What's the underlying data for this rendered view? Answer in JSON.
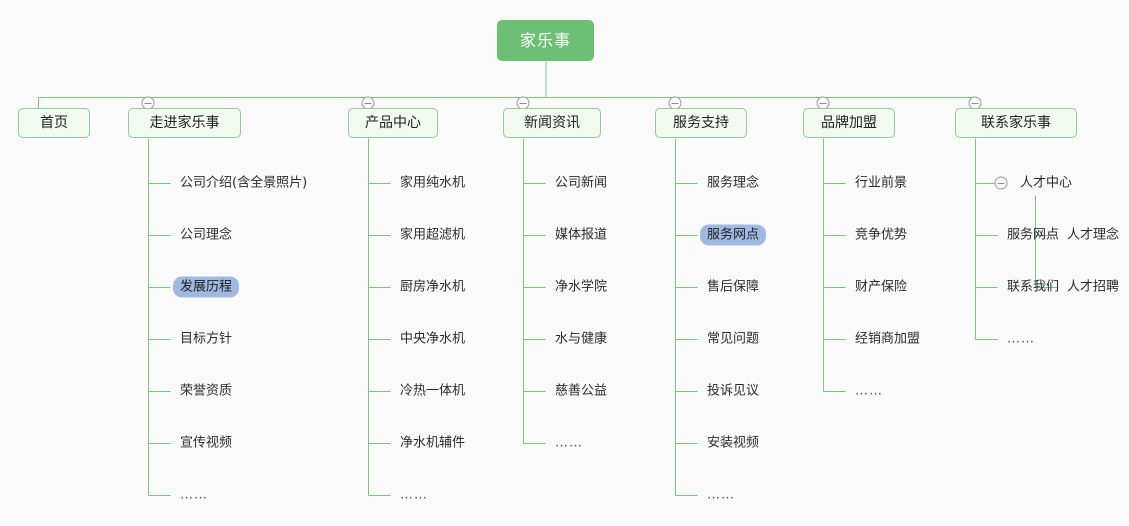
{
  "diagram": {
    "type": "sitemap-tree",
    "background_color": "#fafafa",
    "line_color": "#79c47f",
    "root_fill": "#6cbf73",
    "node_fill": "#f1f9f1",
    "node_border": "#8fce96",
    "highlight_color": "#9fb9e3",
    "ellipsis": "……"
  },
  "root": {
    "label": "家乐事"
  },
  "branches": [
    {
      "label": "首页",
      "has_toggle": false,
      "toggle_icon": "collapse-minus-icon",
      "children": []
    },
    {
      "label": "走进家乐事",
      "has_toggle": true,
      "toggle_icon": "collapse-minus-icon",
      "children": [
        {
          "label": "公司介绍(含全景照片)",
          "selected": false
        },
        {
          "label": "公司理念",
          "selected": false
        },
        {
          "label": "发展历程",
          "selected": true
        },
        {
          "label": "目标方针",
          "selected": false
        },
        {
          "label": "荣誉资质",
          "selected": false
        },
        {
          "label": "宣传视频",
          "selected": false
        },
        {
          "label": "……",
          "selected": false
        }
      ]
    },
    {
      "label": "产品中心",
      "has_toggle": true,
      "toggle_icon": "collapse-minus-icon",
      "children": [
        {
          "label": "家用纯水机",
          "selected": false
        },
        {
          "label": "家用超滤机",
          "selected": false
        },
        {
          "label": "厨房净水机",
          "selected": false
        },
        {
          "label": "中央净水机",
          "selected": false
        },
        {
          "label": "冷热一体机",
          "selected": false
        },
        {
          "label": "净水机辅件",
          "selected": false
        },
        {
          "label": "……",
          "selected": false
        }
      ]
    },
    {
      "label": "新闻资讯",
      "has_toggle": true,
      "toggle_icon": "collapse-minus-icon",
      "children": [
        {
          "label": "公司新闻",
          "selected": false
        },
        {
          "label": "媒体报道",
          "selected": false
        },
        {
          "label": "净水学院",
          "selected": false
        },
        {
          "label": "水与健康",
          "selected": false
        },
        {
          "label": "慈善公益",
          "selected": false
        },
        {
          "label": "……",
          "selected": false
        }
      ]
    },
    {
      "label": "服务支持",
      "has_toggle": true,
      "toggle_icon": "collapse-minus-icon",
      "children": [
        {
          "label": "服务理念",
          "selected": false
        },
        {
          "label": "服务网点",
          "selected": true
        },
        {
          "label": "售后保障",
          "selected": false
        },
        {
          "label": "常见问题",
          "selected": false
        },
        {
          "label": "投诉见议",
          "selected": false
        },
        {
          "label": "安装视频",
          "selected": false
        },
        {
          "label": "……",
          "selected": false
        }
      ]
    },
    {
      "label": "品牌加盟",
      "has_toggle": true,
      "toggle_icon": "collapse-minus-icon",
      "children": [
        {
          "label": "行业前景",
          "selected": false
        },
        {
          "label": "竞争优势",
          "selected": false
        },
        {
          "label": "财产保险",
          "selected": false
        },
        {
          "label": "经销商加盟",
          "selected": false
        },
        {
          "label": "……",
          "selected": false
        }
      ]
    },
    {
      "label": "联系家乐事",
      "has_toggle": true,
      "toggle_icon": "collapse-minus-icon",
      "children": [
        {
          "label": "人才中心",
          "selected": false,
          "has_toggle": true,
          "toggle_icon": "collapse-minus-icon",
          "children": [
            {
              "label": "人才理念",
              "selected": false
            },
            {
              "label": "人才招聘",
              "selected": false
            }
          ]
        },
        {
          "label": "服务网点",
          "selected": false
        },
        {
          "label": "联系我们",
          "selected": false
        },
        {
          "label": "……",
          "selected": false
        }
      ]
    }
  ]
}
